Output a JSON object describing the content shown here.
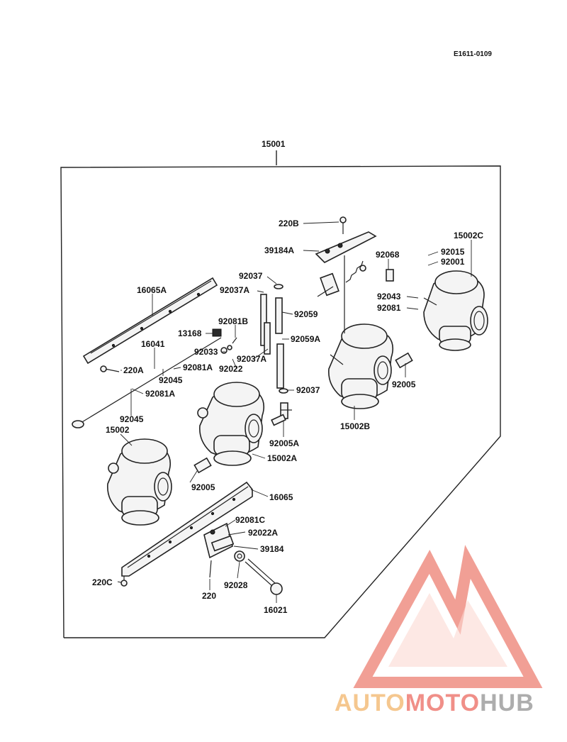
{
  "document": {
    "code": "E1611-0109",
    "assembly_ref": "15001"
  },
  "parts": {
    "p220b": "220B",
    "p39184a": "39184A",
    "p92068": "92068",
    "p92015": "92015",
    "p15002c": "15002C",
    "p92001": "92001",
    "p92037_top": "92037",
    "p92037a_top": "92037A",
    "p16065a": "16065A",
    "p92059": "92059",
    "p92043": "92043",
    "p92081": "92081",
    "p92081b": "92081B",
    "p13168": "13168",
    "p92059a": "92059A",
    "p16041": "16041",
    "p92033": "92033",
    "p92037a_mid": "92037A",
    "p92022": "92022",
    "p220a": "220A",
    "p92081a_1": "92081A",
    "p92045_1": "92045",
    "p92037_bot": "92037",
    "p92005_right": "92005",
    "p92081a_2": "92081A",
    "p92045_2": "92045",
    "p15002b": "15002B",
    "p15002": "15002",
    "p92005a": "92005A",
    "p15002a": "15002A",
    "p92005_left": "92005",
    "p16065": "16065",
    "p92081c": "92081C",
    "p92022a": "92022A",
    "p39184": "39184",
    "p220c": "220C",
    "p220": "220",
    "p92028": "92028",
    "p16021": "16021"
  },
  "watermark": {
    "part1": "AUTO",
    "part2": "MOTO",
    "part3": "HUB",
    "color_orange": "#f5c58a",
    "color_red": "#f08a82",
    "color_gray": "#a9a9a9"
  }
}
